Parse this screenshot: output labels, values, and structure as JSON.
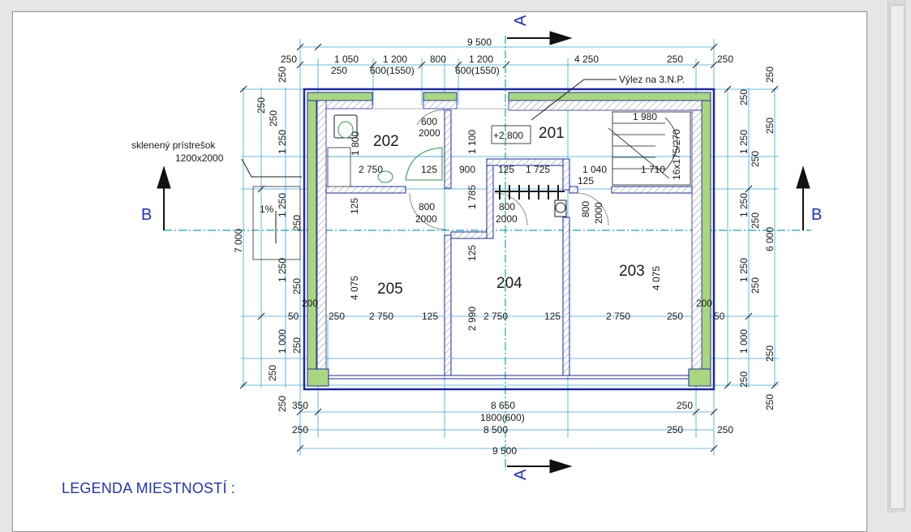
{
  "drawing": {
    "overall_top": "9 500",
    "overall_bottom": "9 500",
    "top_row": [
      "250",
      "1 050",
      "1 200",
      "800",
      "1 200",
      "4 250",
      "250",
      "250"
    ],
    "top_sub": [
      "250",
      "600(1550)",
      "600(1550)"
    ],
    "skylight_label": "Výlez na 3.N.P.",
    "canopy_label_1": "sklenený prístrešok",
    "canopy_label_2": "1200x2000",
    "slope_label": "1%",
    "section_a_label": "A",
    "section_b_label": "B",
    "rooms": [
      "202",
      "201",
      "205",
      "204",
      "203"
    ],
    "level_mark": "+2,800",
    "stair_label_1": "1 980",
    "stair_label_2": "16x175/270",
    "stair_label_3": "1 710",
    "inner_dims": [
      "2 750",
      "125",
      "900",
      "125",
      "1 725",
      "1 040",
      "125"
    ],
    "door_dims": [
      "600",
      "2000",
      "800",
      "2000",
      "800",
      "2000",
      "800",
      "2000"
    ],
    "bottom_inner": [
      "250",
      "2 750",
      "125",
      "2 750",
      "125",
      "2 750",
      "250"
    ],
    "bottom_dims": [
      "350",
      "8 650",
      "250",
      "1800(600)",
      "250",
      "8 500",
      "250",
      "250"
    ],
    "left_vertical": [
      "250",
      "250",
      "250",
      "1 250",
      "1 250",
      "250",
      "1 250",
      "250",
      "50",
      "1 000",
      "250",
      "250"
    ],
    "left_overall": "7 000",
    "right_vertical": [
      "250",
      "250",
      "250",
      "1 250",
      "250",
      "1 250",
      "250",
      "1 250",
      "250",
      "1 000",
      "250",
      "250",
      "250"
    ],
    "right_overall": "6 000",
    "vertical_inner": [
      "1 100",
      "1 785",
      "125",
      "2 990",
      "125",
      "4 075",
      "4 075",
      "1 800",
      "200",
      "200",
      "50"
    ],
    "legend_title": "LEGENDA MIESTNOSTÍ :"
  },
  "colors": {
    "wall": "#1c2aa6",
    "insulation": "#a9d67e",
    "dimension_line": "#2a9fd6",
    "axis_line": "#1aa0a0",
    "text": "#1a1a1a"
  }
}
